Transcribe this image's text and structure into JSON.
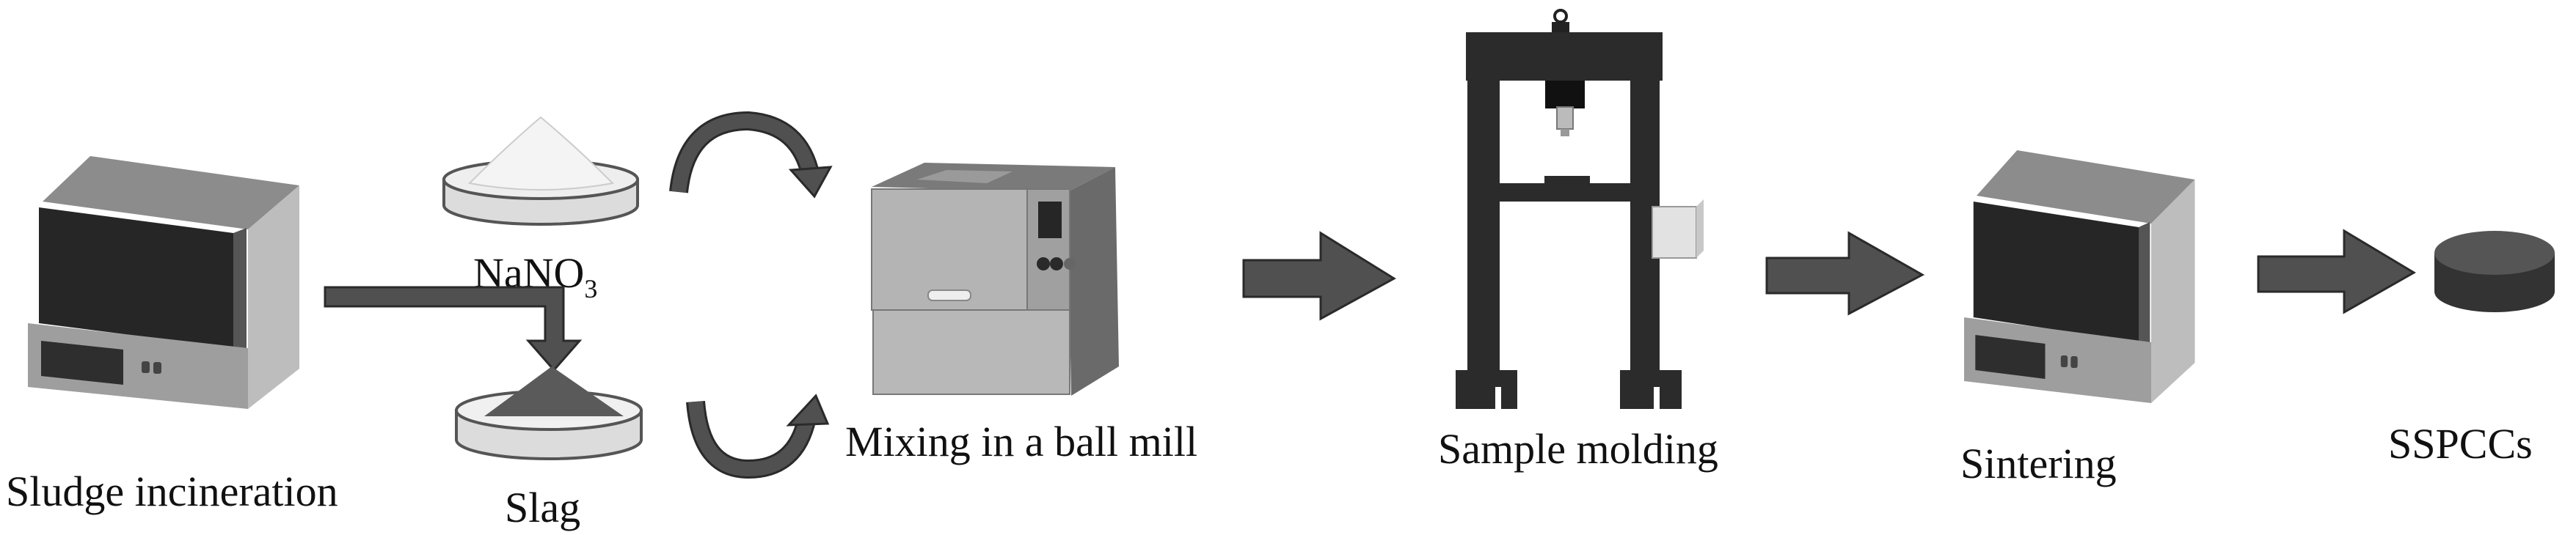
{
  "figure": {
    "labels": {
      "sludge_incineration": "Sludge incineration",
      "nano3_main": "NaNO",
      "nano3_sub": "3",
      "slag": "Slag",
      "mixing": "Mixing in a ball mill",
      "molding": "Sample molding",
      "sintering": "Sintering",
      "product": "SSPCCs"
    }
  },
  "colors": {
    "arrow": "#505050",
    "furnace_door": "#262626",
    "furnace_side": "#bdbdbd",
    "press_frame": "#2b2b2b",
    "mill_body": "#b4b4b4",
    "product_disc": "#3a3a3a"
  }
}
